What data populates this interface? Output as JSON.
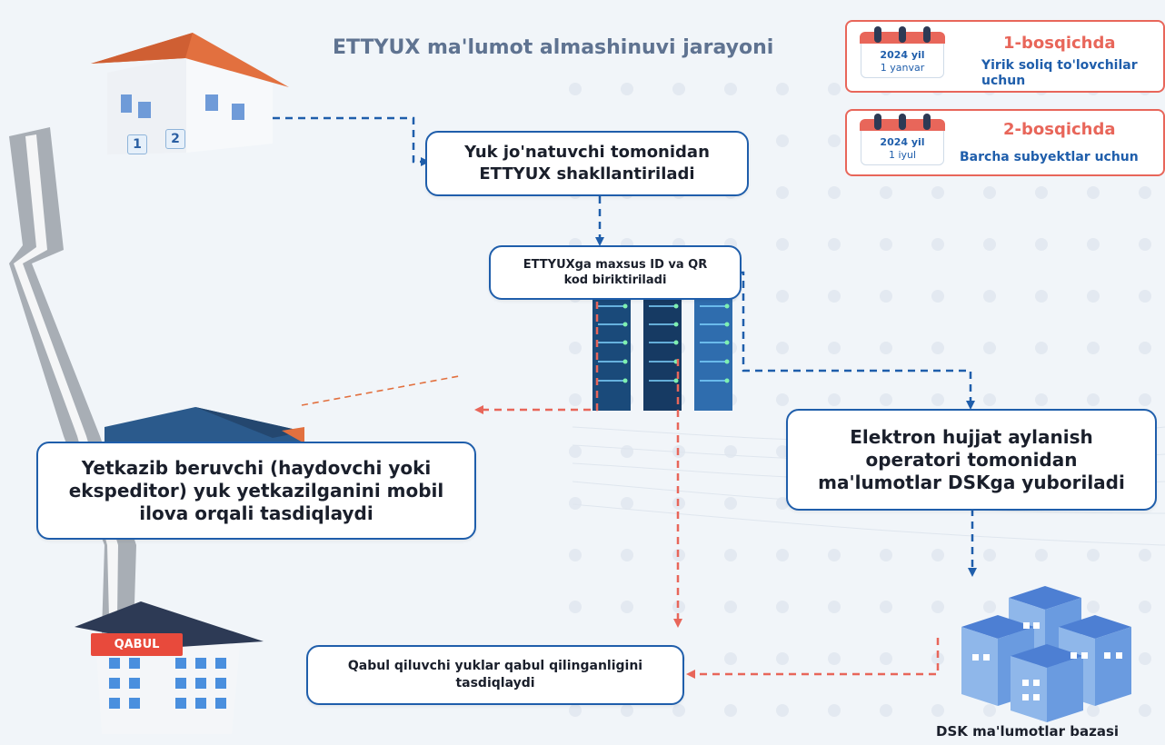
{
  "title": "ETTYUX ma'lumot almashinuvi jarayoni",
  "stages": [
    {
      "year": "2024 yil",
      "date": "1 yanvar",
      "title": "1-bosqichda",
      "description": "Yirik soliq to'lovchilar\nuchun"
    },
    {
      "year": "2024 yil",
      "date": "1 iyul",
      "title": "2-bosqichda",
      "description": "Barcha subyektlar uchun"
    }
  ],
  "steps": {
    "shipper": "Yuk jo'natuvchi tomonidan\nETTYUX shakllantiriladi",
    "id_qr": "ETTYUXga maxsus ID va QR\nkod biriktiriladi",
    "supplier": "Yetkazib beruvchi (haydovchi yoki\nekspeditor) yuk yetkazilganini mobil\nilova orqali tasdiqlaydi",
    "operator": "Elektron hujjat aylanish\noperatori tomonidan\nma'lumotlar DSKga yuboriladi",
    "receiver": "Qabul qiluvchi yuklar qabul qilinganligini\ntasdiqlaydi"
  },
  "house_labels": [
    "1",
    "2"
  ],
  "warehouse_sign": "QABUL",
  "database_label": "DSK ma'lumotlar bazasi",
  "colors": {
    "blue": "#1f5eab",
    "red": "#e8665a",
    "navy": "#2d3a55",
    "roof": "#e2703f"
  },
  "icons": [
    "house-icon",
    "calendar-icon",
    "server-rack-icon",
    "truck-icon",
    "warehouse-icon",
    "database-buildings-icon"
  ]
}
